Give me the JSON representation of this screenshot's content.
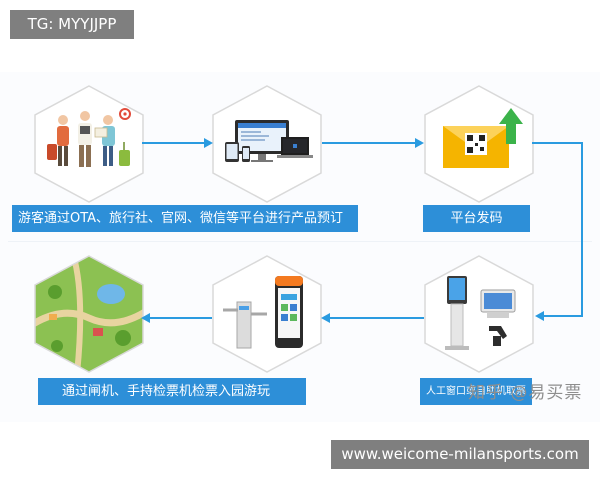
{
  "tag_label": "TG: MYYJJPP",
  "url_label": "www.weicome-milansports.com",
  "steps": [
    {
      "label": "游客通过OTA、旅行社、官网、微信等平台进行产品预订"
    },
    {
      "label": "平台发码"
    },
    {
      "label": "人工窗口或自助机取票"
    },
    {
      "label": "通过闸机、手持检票机检票入园游玩"
    }
  ],
  "watermark": "知乎 @易买票",
  "colors": {
    "accent": "#2d8fd8",
    "hex_border": "#d9d9d9",
    "arrow": "#2a9be0",
    "tag_bg": "#7f7f7f"
  },
  "icons": [
    "tourists-icon",
    "devices-icon",
    "qr-envelope-icon",
    "kiosk-icon",
    "gate-icon",
    "park-map-icon"
  ]
}
